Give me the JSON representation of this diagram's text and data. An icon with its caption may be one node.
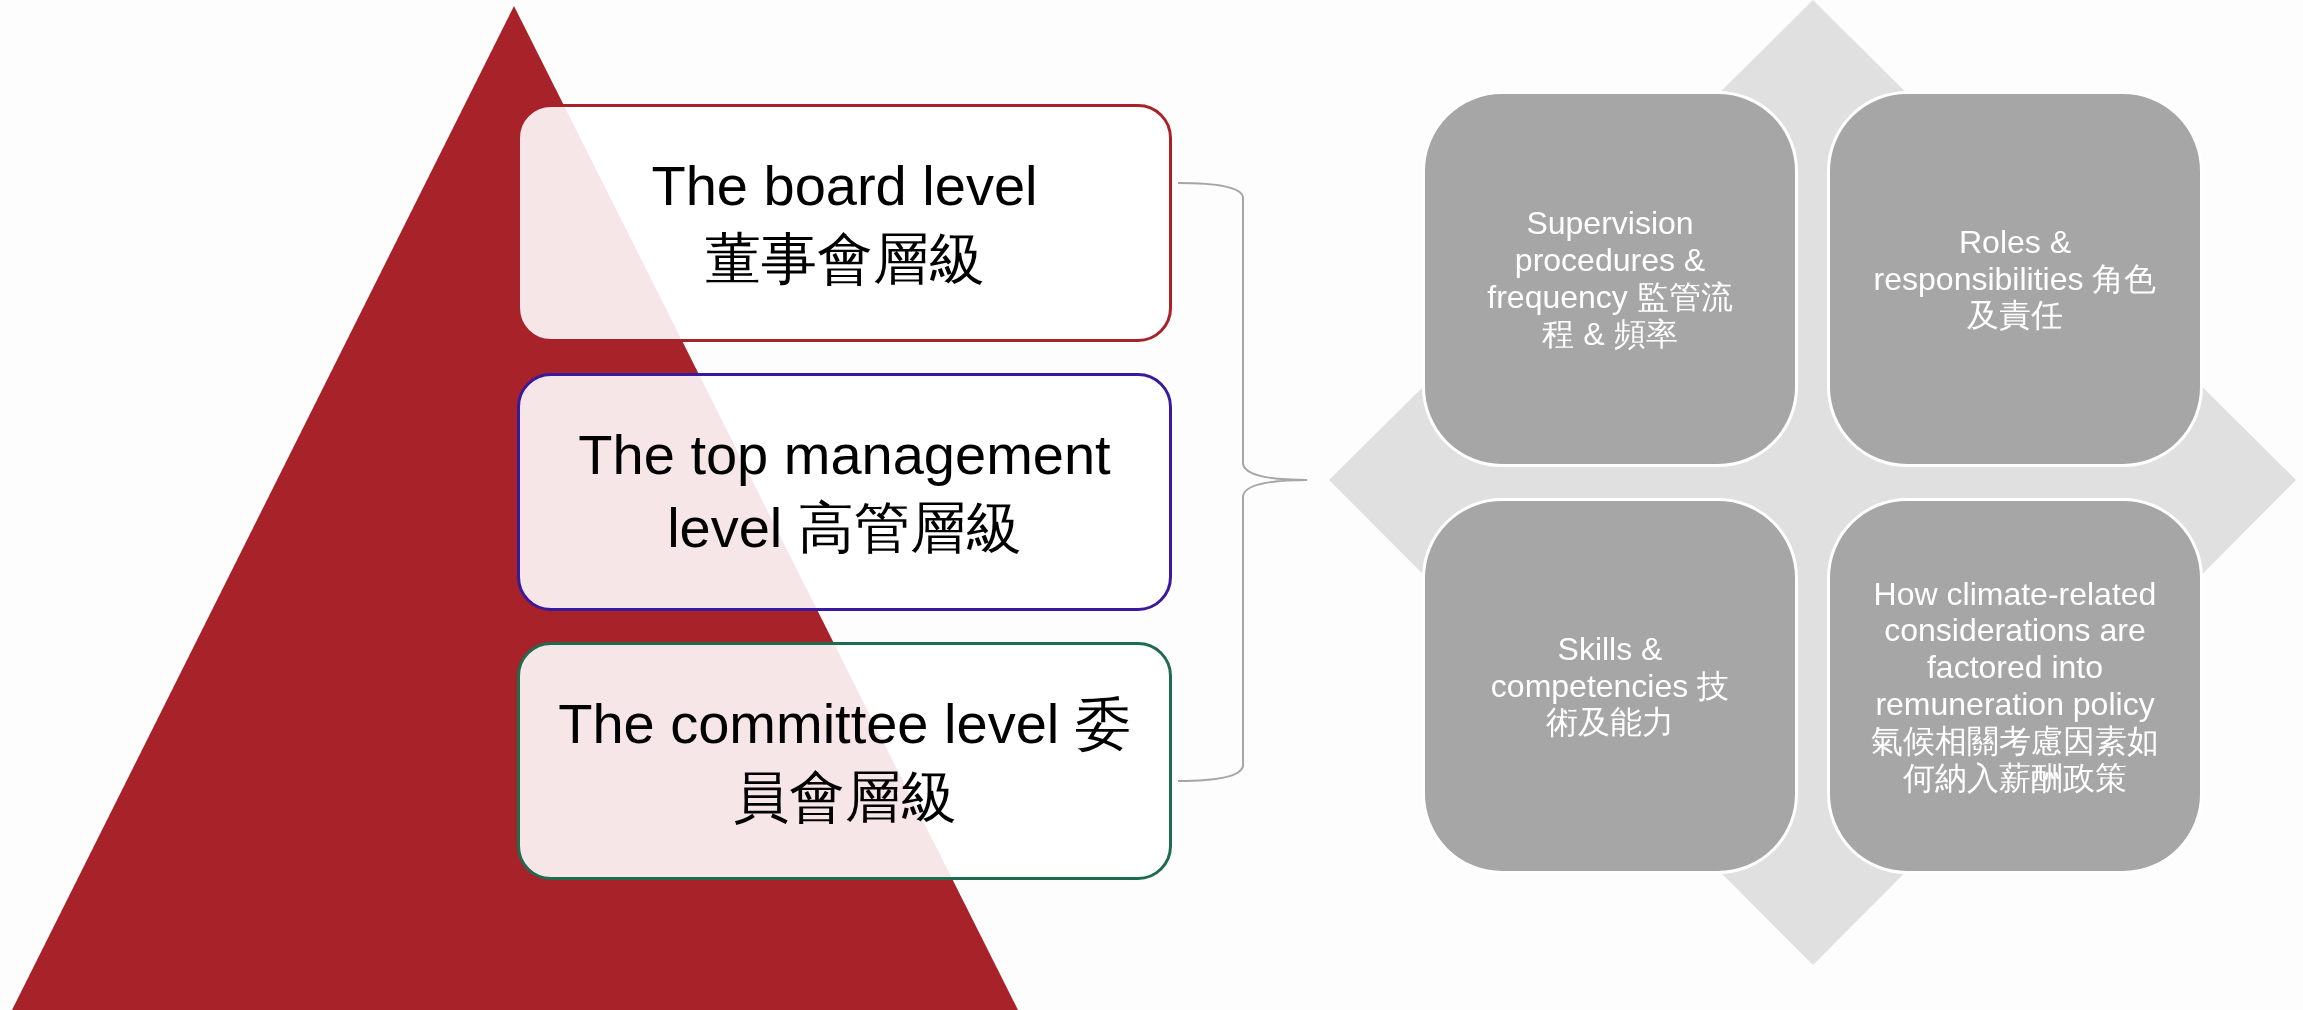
{
  "diagram": {
    "nodes": [
      {
        "text": [
          "The board level 董事會層級"
        ]
      },
      {
        "text": [
          "The top management level 高管層級"
        ]
      },
      {
        "text": [
          "The committee level 委員會層級"
        ]
      },
      {
        "text": [
          "Supervision procedures & frequency 監管流程 & 頻率"
        ]
      },
      {
        "text": [
          "Roles & responsibilities 角色及責任"
        ]
      },
      {
        "text": [
          "Skills & competencies 技術及能力"
        ]
      },
      {
        "text": [
          "How climate-related considerations are factored into remuneration policy 氣候相關考慮因素如何納入薪酬政策"
        ]
      }
    ]
  }
}
